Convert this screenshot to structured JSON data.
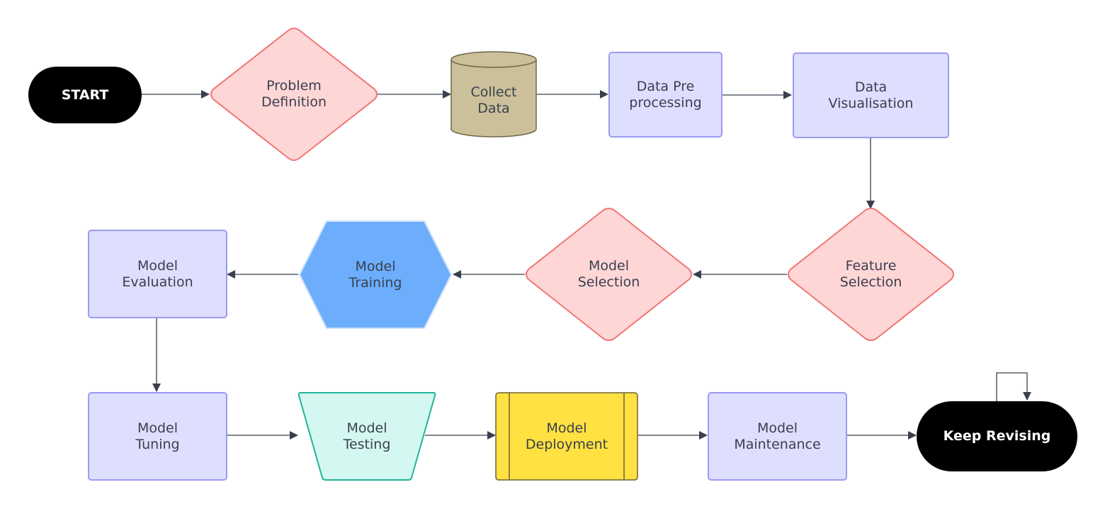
{
  "nodes": {
    "start": {
      "text": "START",
      "icon": "terminator-shape"
    },
    "problem_definition": {
      "lines": [
        "Problem",
        "Definition"
      ]
    },
    "collect_data": {
      "lines": [
        "Collect",
        "Data"
      ]
    },
    "data_preprocessing": {
      "lines": [
        "Data Pre",
        "processing"
      ]
    },
    "data_visualisation": {
      "lines": [
        "Data",
        "Visualisation"
      ]
    },
    "feature_selection": {
      "lines": [
        "Feature",
        "Selection"
      ]
    },
    "model_selection": {
      "lines": [
        "Model",
        "Selection"
      ]
    },
    "model_training": {
      "lines": [
        "Model",
        "Training"
      ]
    },
    "model_evaluation": {
      "lines": [
        "Model",
        "Evaluation"
      ]
    },
    "model_tuning": {
      "lines": [
        "Model",
        "Tuning"
      ]
    },
    "model_testing": {
      "lines": [
        "Model",
        "Testing"
      ]
    },
    "model_deployment": {
      "lines": [
        "Model",
        "Deployment"
      ]
    },
    "model_maintenance": {
      "lines": [
        "Model",
        "Maintenance"
      ]
    },
    "keep_revising": {
      "text": "Keep Revising"
    }
  },
  "colors": {
    "terminal_fill": "#000000",
    "decision_fill": "#ffd6d6",
    "decision_stroke": "#f07575",
    "database_fill": "#cbc09a",
    "database_stroke": "#6f6647",
    "process_fill": "#dedeff",
    "process_stroke": "#9b9bef",
    "hexagon_fill": "#6caefc",
    "hexagon_stroke": "#c9e0fb",
    "trapezoid_fill": "#d5f7f1",
    "trapezoid_stroke": "#1fb59a",
    "predefined_fill": "#ffe141",
    "predefined_stroke": "#6f6334",
    "arrow": "#3a3f4e"
  }
}
